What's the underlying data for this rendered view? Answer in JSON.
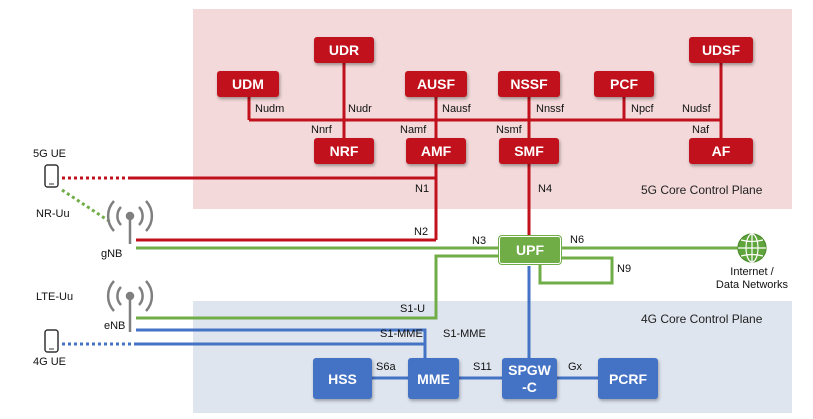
{
  "regions": {
    "core_5g": "5G Core Control Plane",
    "core_4g": "4G Core Control Plane"
  },
  "functions_5g": {
    "udr": "UDR",
    "udsf": "UDSF",
    "udm": "UDM",
    "ausf": "AUSF",
    "nssf": "NSSF",
    "pcf": "PCF",
    "nrf": "NRF",
    "amf": "AMF",
    "smf": "SMF",
    "af": "AF"
  },
  "functions_4g": {
    "hss": "HSS",
    "mme": "MME",
    "spgw_line1": "SPGW",
    "spgw_line2": "-C",
    "pcrf": "PCRF"
  },
  "upf": "UPF",
  "interfaces": {
    "nudm": "Nudm",
    "nudr": "Nudr",
    "nausf": "Nausf",
    "nnssf": "Nnssf",
    "npcf": "Npcf",
    "nudsf": "Nudsf",
    "nnrf": "Nnrf",
    "namf": "Namf",
    "nsmf": "Nsmf",
    "naf": "Naf",
    "n1": "N1",
    "n4": "N4",
    "n2": "N2",
    "n3": "N3",
    "n6": "N6",
    "n9": "N9",
    "s1u": "S1-U",
    "s1mme_left": "S1-MME",
    "s1mme_right": "S1-MME",
    "s6a": "S6a",
    "s11": "S11",
    "gx": "Gx"
  },
  "access": {
    "ue_5g": "5G UE",
    "nr_uu": "NR-Uu",
    "gnb": "gNB",
    "lte_uu": "LTE-Uu",
    "enb": "eNB",
    "ue_4g": "4G UE"
  },
  "internet": {
    "line1": "Internet /",
    "line2": "Data Networks"
  },
  "colors": {
    "red": "#c0111c",
    "blue": "#4472c4",
    "green": "#70ad47"
  }
}
